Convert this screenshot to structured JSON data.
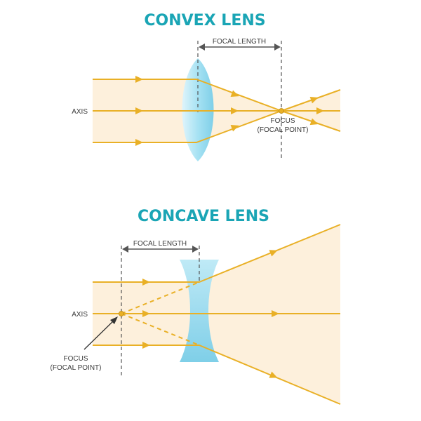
{
  "convex": {
    "title": "CONVEX LENS",
    "focal_length_label": "FOCAL LENGTH",
    "axis_label": "AXIS",
    "focus_label_1": "FOCUS",
    "focus_label_2": "(FOCAL POINT)"
  },
  "concave": {
    "title": "CONCAVE LENS",
    "focal_length_label": "FOCAL LENGTH",
    "axis_label": "AXIS",
    "focus_label_1": "FOCUS",
    "focus_label_2": "(FOCAL POINT)"
  },
  "colors": {
    "title": "#1aa5b5",
    "ray": "#e9b026",
    "beam_fill": "#fdf0dc",
    "lens_light": "#e3f6fb",
    "lens_dark": "#8fd8ee",
    "guide": "#555555"
  }
}
